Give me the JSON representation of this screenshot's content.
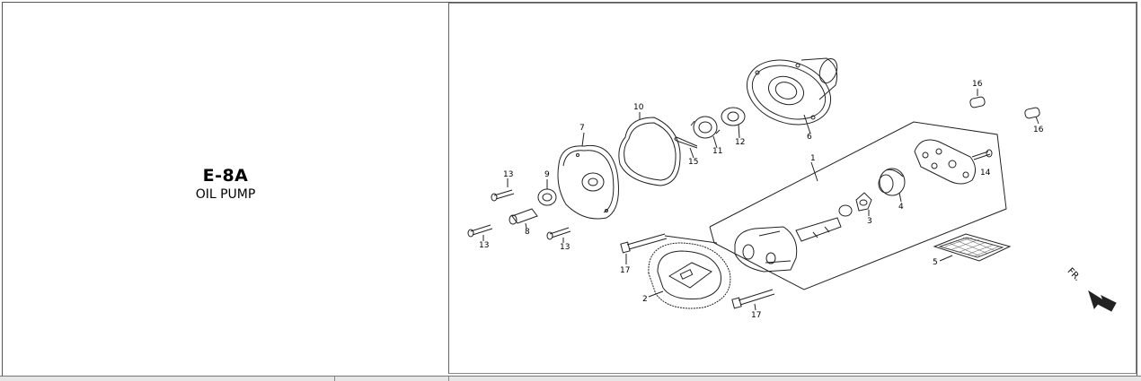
{
  "section": {
    "code": "E-8A",
    "title": "OIL PUMP"
  },
  "callouts": {
    "c1": "1",
    "c2": "2",
    "c3": "3",
    "c4": "4",
    "c5": "5",
    "c6": "6",
    "c7": "7",
    "c8": "8",
    "c9": "9",
    "c10": "10",
    "c11": "11",
    "c12": "12",
    "c13a": "13",
    "c13b": "13",
    "c13c": "13",
    "c14": "14",
    "c15": "15",
    "c16a": "16",
    "c16b": "16",
    "c17a": "17",
    "c17b": "17"
  },
  "direction": {
    "label": "FR."
  }
}
